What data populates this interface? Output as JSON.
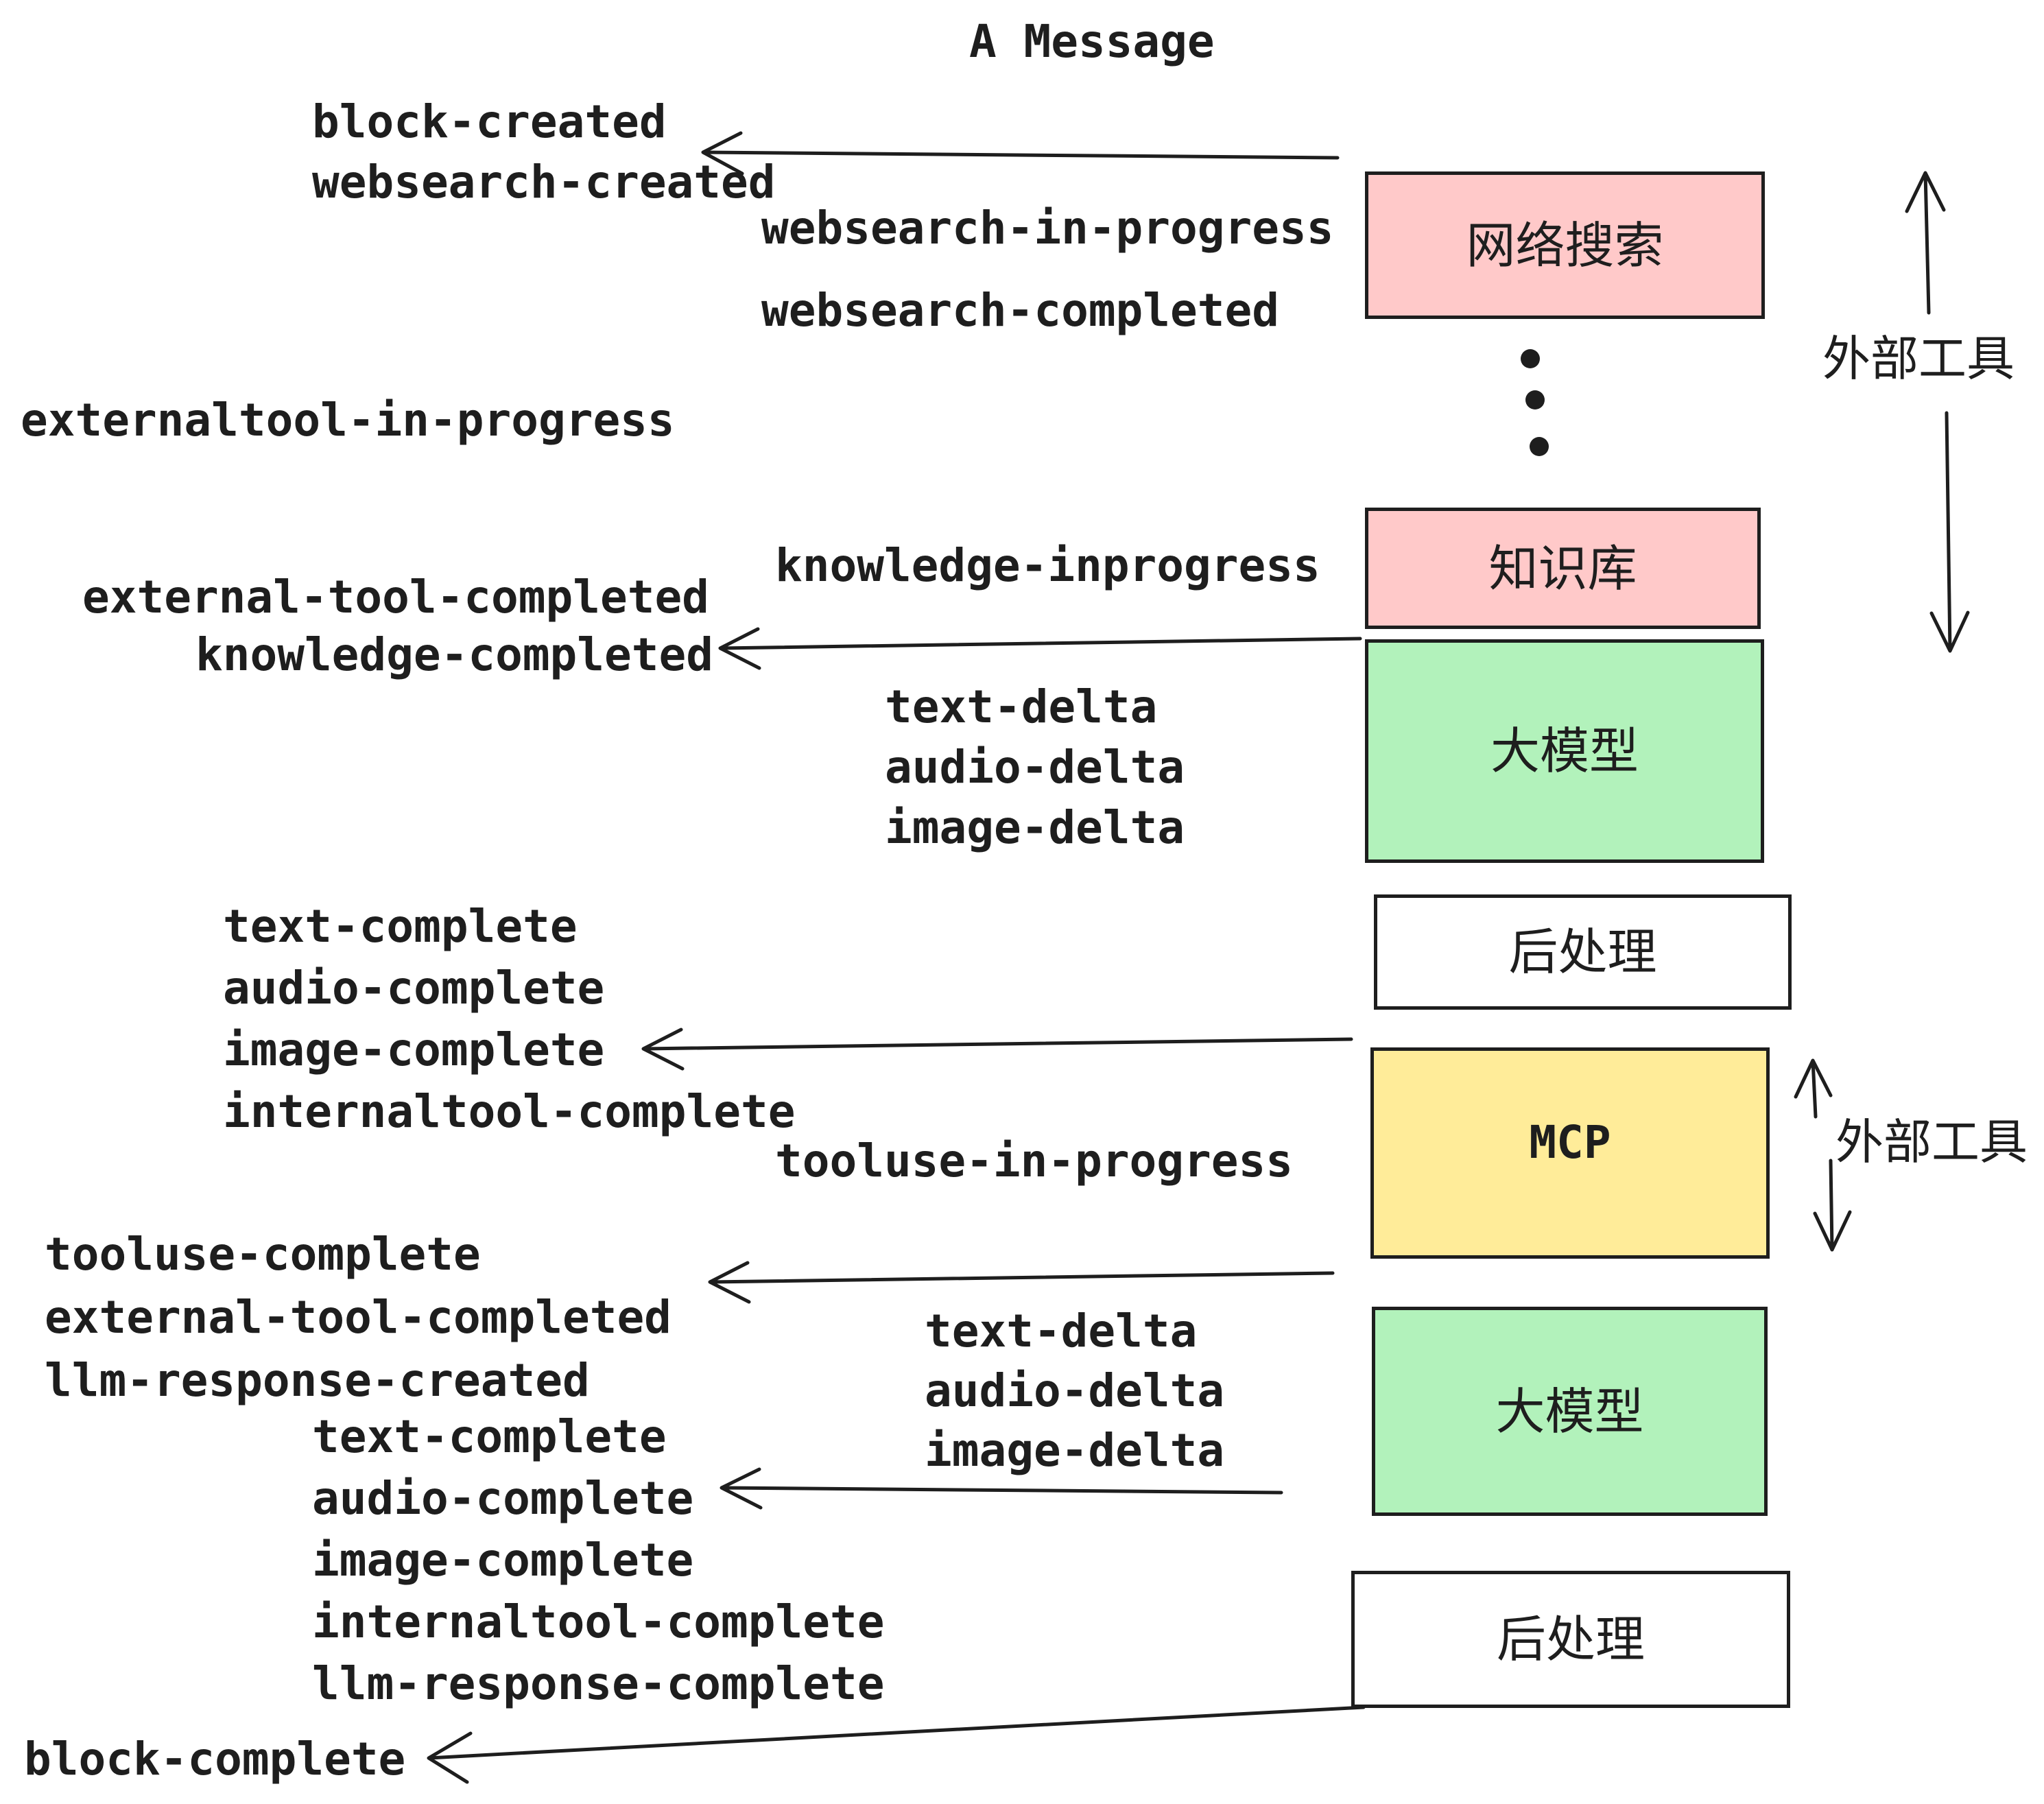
{
  "title": "A Message",
  "colors": {
    "ink": "#1e1e1e",
    "pink": "#ffc9c9",
    "green": "#b2f2bb",
    "yellow": "#ffec99",
    "white": "#ffffff"
  },
  "events": {
    "block_created": "block-created",
    "websearch_created": "websearch-created",
    "websearch_in_progress": "websearch-in-progress",
    "websearch_completed": "websearch-completed",
    "externaltool_in_progress": "externaltool-in-progress",
    "knowledge_inprogress": "knowledge-inprogress",
    "external_tool_completed": "external-tool-completed",
    "knowledge_completed": "knowledge-completed",
    "text_delta": "text-delta",
    "audio_delta": "audio-delta",
    "image_delta": "image-delta",
    "text_complete": "text-complete",
    "audio_complete": "audio-complete",
    "image_complete": "image-complete",
    "internaltool_complete": "internaltool-complete",
    "tooluse_in_progress": "tooluse-in-progress",
    "tooluse_complete": "tooluse-complete",
    "llm_response_created": "llm-response-created",
    "llm_response_complete": "llm-response-complete",
    "block_complete": "block-complete"
  },
  "boxes": {
    "websearch": {
      "label": "网络搜索",
      "fill": "#ffc9c9"
    },
    "knowledge": {
      "label": "知识库",
      "fill": "#ffc9c9"
    },
    "llm1": {
      "label": "大模型",
      "fill": "#b2f2bb"
    },
    "post1": {
      "label": "后处理",
      "fill": "#ffffff"
    },
    "mcp": {
      "label": "MCP",
      "fill": "#ffec99"
    },
    "llm2": {
      "label": "大模型",
      "fill": "#b2f2bb"
    },
    "post2": {
      "label": "后处理",
      "fill": "#ffffff"
    }
  },
  "side_labels": {
    "external_tool": "外部工具"
  }
}
